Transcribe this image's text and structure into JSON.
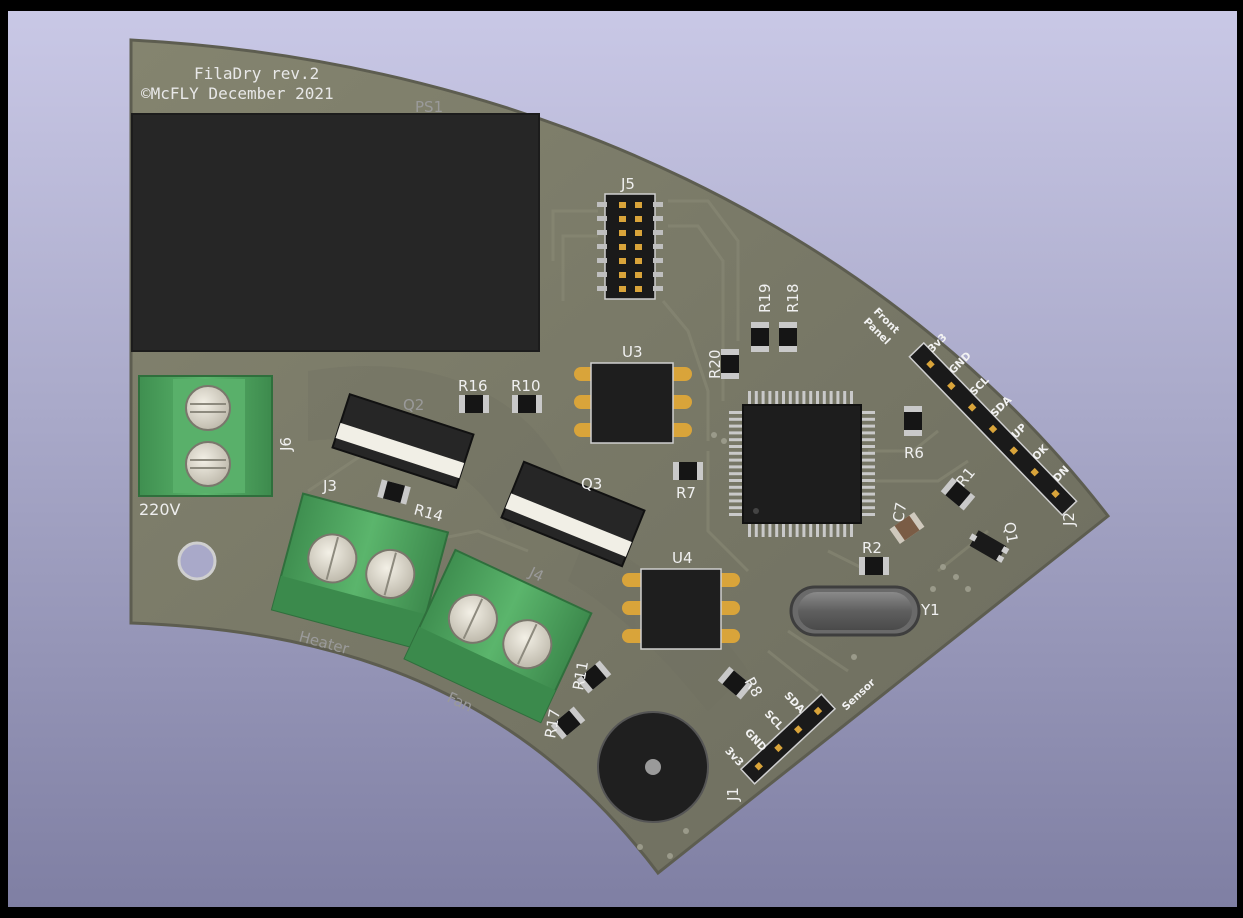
{
  "board": {
    "title": "FilaDry rev.2",
    "copyright": "©McFLY December 2021",
    "colors": {
      "pcb": "#7b7b6c",
      "edge": "#5f5f52",
      "silk": "#f0f0f0",
      "gold": "#d9a43a",
      "terminal_green": "#4ea35f"
    }
  },
  "refs": {
    "ps1": "PS1",
    "j5": "J5",
    "j6": "J6",
    "j3": "J3",
    "j4": "J4",
    "j1": "J1",
    "j2": "J2",
    "u3": "U3",
    "u4": "U4",
    "q2": "Q2",
    "q3": "Q3",
    "y1": "Y1",
    "c7": "C7",
    "r1": "R1",
    "r2": "R2",
    "r6": "R6",
    "r7": "R7",
    "r8": "R8",
    "r10": "R10",
    "r11": "R11",
    "r14": "R14",
    "r16": "R16",
    "r17": "R17",
    "r18": "R18",
    "r19": "R19",
    "r20": "R20",
    "q1": "Q1"
  },
  "labels": {
    "power": "220V",
    "heater": "Heater",
    "fan": "Fan",
    "front_panel_line1": "Front",
    "front_panel_line2": "Panel",
    "sensor": "Sensor"
  },
  "j2_pins": [
    "3v3",
    "GND",
    "SCL",
    "SDA",
    "UP",
    "OK",
    "DN"
  ],
  "j1_pins": [
    "3v3",
    "GND",
    "SCL",
    "SDA"
  ]
}
